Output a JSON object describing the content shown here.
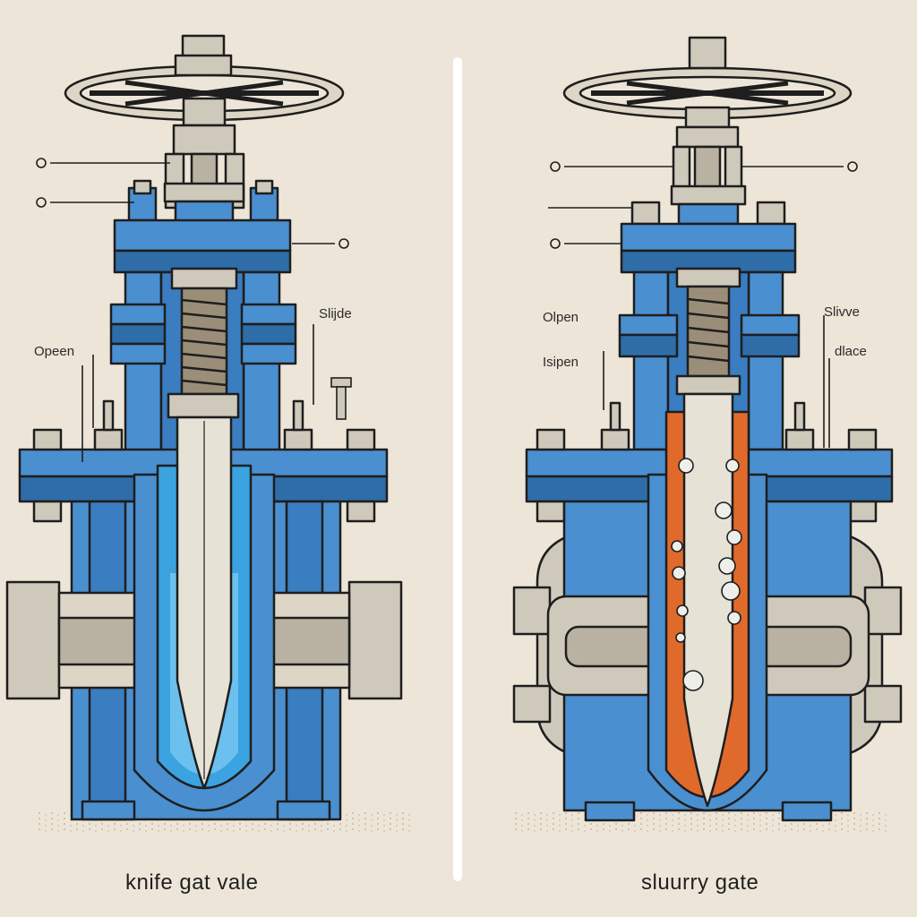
{
  "left_panel": {
    "caption": "knife gat vale",
    "labels": {
      "open": "Opeen",
      "slide": "Slijde"
    }
  },
  "right_panel": {
    "caption": "sluurry gate",
    "labels": {
      "open": "Olpen",
      "open2": "Isipen",
      "slide": "Slivve",
      "place": "dlace"
    }
  },
  "colors": {
    "background": "#ede6d8",
    "body_blue": "#4a8fd0",
    "body_blue_dark": "#2f6da8",
    "steel": "#cfc9bb",
    "steel_dark": "#9a9484",
    "fluid_blue": "#3aa3e0",
    "slurry_orange": "#e06a2c",
    "outline": "#1e1e1e"
  }
}
